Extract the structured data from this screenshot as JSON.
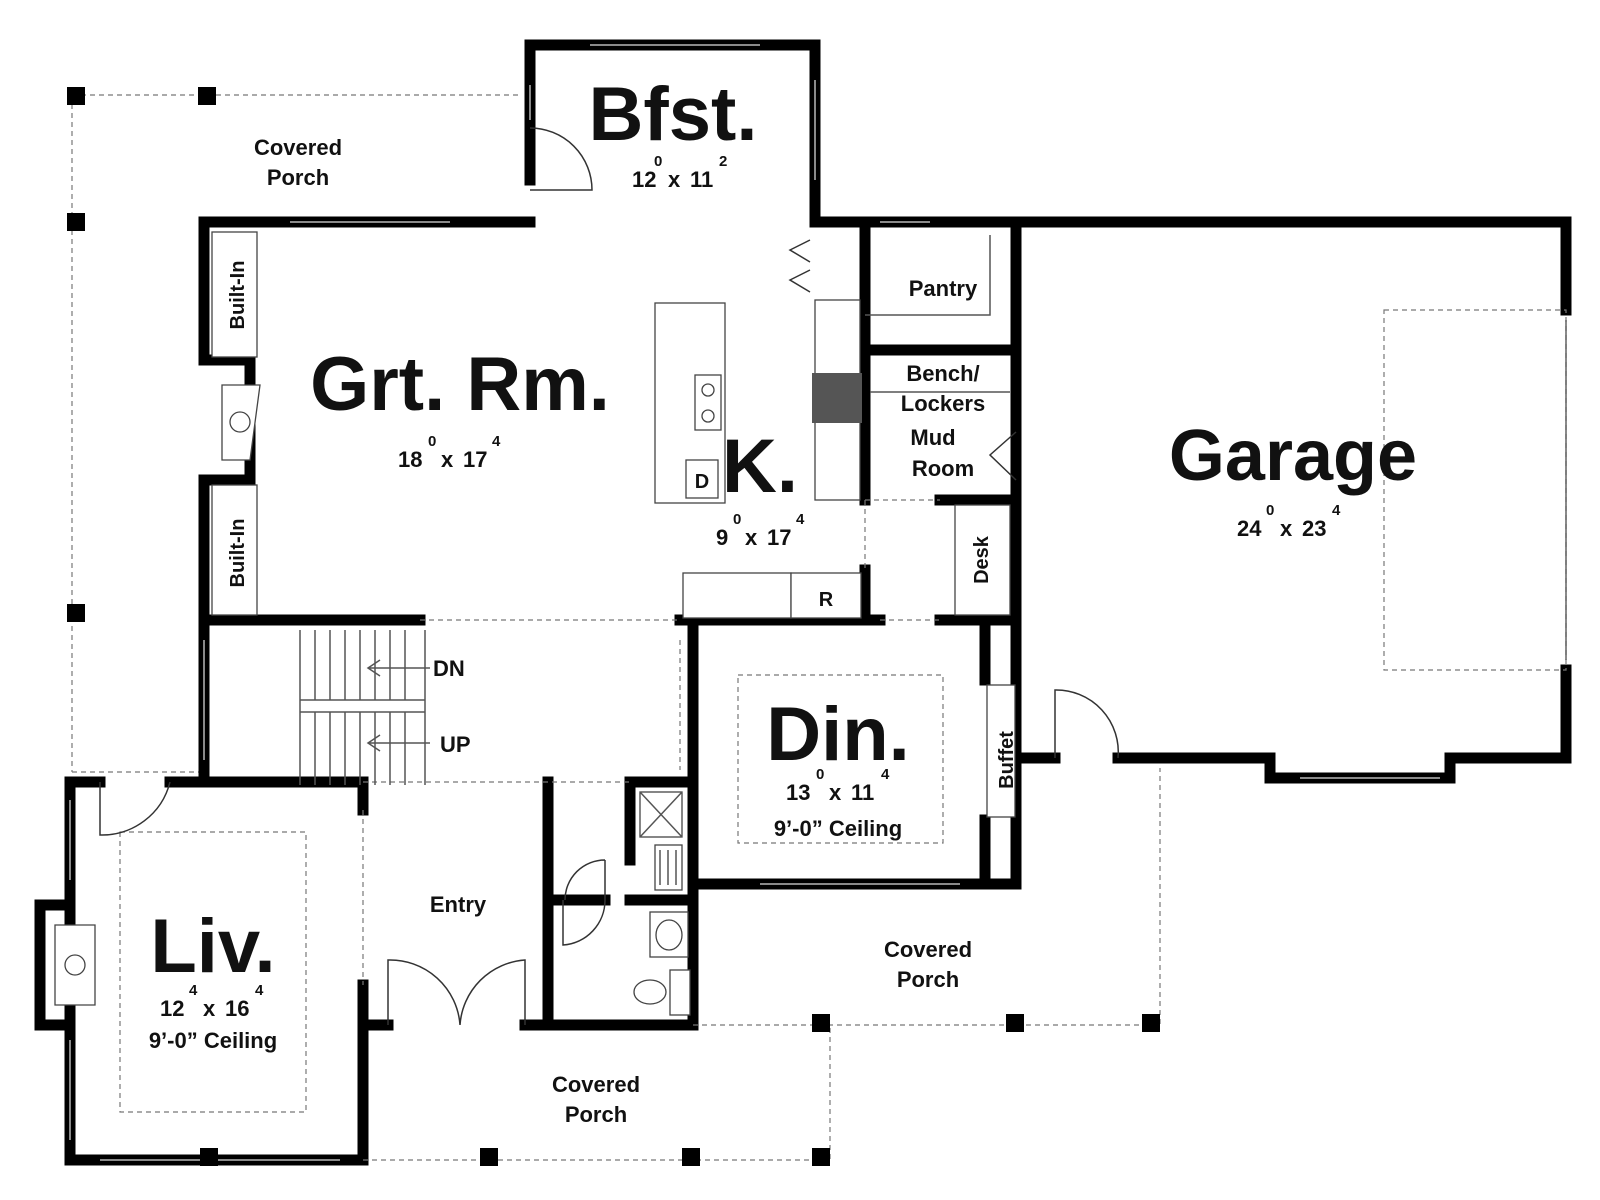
{
  "rooms": {
    "bfst": {
      "name": "Bfst.",
      "w": "12",
      "wsup": "0",
      "h": "11",
      "hsup": "2"
    },
    "grt": {
      "name": "Grt. Rm.",
      "w": "18",
      "wsup": "0",
      "h": "17",
      "hsup": "4"
    },
    "kit": {
      "name": "K.",
      "w": "9",
      "wsup": "0",
      "h": "17",
      "hsup": "4"
    },
    "garage": {
      "name": "Garage",
      "w": "24",
      "wsup": "0",
      "h": "23",
      "hsup": "4"
    },
    "din": {
      "name": "Din.",
      "w": "13",
      "wsup": "0",
      "h": "11",
      "hsup": "4",
      "ceiling": "9’-0” Ceiling"
    },
    "liv": {
      "name": "Liv.",
      "w": "12",
      "wsup": "4",
      "h": "16",
      "hsup": "4",
      "ceiling": "9’-0” Ceiling"
    }
  },
  "labels": {
    "porch_nw_1": "Covered",
    "porch_nw_2": "Porch",
    "pantry": "Pantry",
    "bench_1": "Bench/",
    "bench_2": "Lockers",
    "mud_1": "Mud",
    "mud_2": "Room",
    "desk": "Desk",
    "buffet": "Buffet",
    "builtin_top": "Built-In",
    "builtin_bottom": "Built-In",
    "dn": "DN",
    "up": "UP",
    "entry": "Entry",
    "porch_se_1": "Covered",
    "porch_se_2": "Porch",
    "porch_s_1": "Covered",
    "porch_s_2": "Porch",
    "dishwasher": "D",
    "refrigerator": "R",
    "x": "x"
  }
}
